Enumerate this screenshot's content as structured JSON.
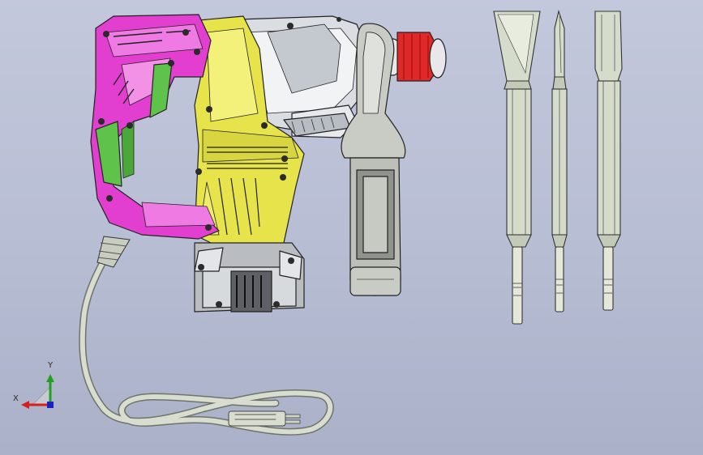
{
  "window": {
    "title": ""
  },
  "viewport": {
    "background_top": "#c3c8dc",
    "background_bottom": "#aab1c8"
  },
  "model": {
    "parts": [
      {
        "name": "rotary-hammer-body",
        "icon": "hammer-drill-icon"
      },
      {
        "name": "side-handle",
        "icon": "handle-icon"
      },
      {
        "name": "power-cord",
        "icon": "cord-icon"
      },
      {
        "name": "flat-chisel",
        "icon": "chisel-icon"
      },
      {
        "name": "point-chisel",
        "icon": "chisel-icon"
      },
      {
        "name": "narrow-chisel",
        "icon": "chisel-icon"
      }
    ],
    "colors": {
      "handle_shell": "#e23fd0",
      "handle_grip": "#5fc24a",
      "motor_housing": "#e6e44a",
      "gear_housing": "#dadde2",
      "chuck_ring": "#e02828",
      "accessory_steel": "#d5dccb"
    }
  },
  "triad": {
    "x_label": "X",
    "y_label": "Y",
    "x_color": "#d42020",
    "y_color": "#22a022",
    "z_color": "#2020c0"
  }
}
